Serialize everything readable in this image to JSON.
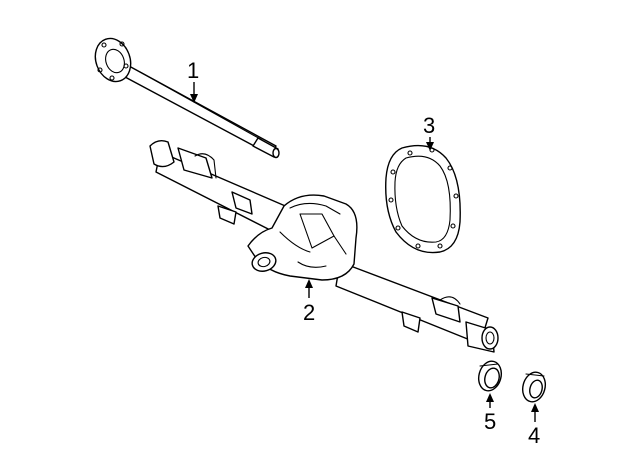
{
  "colors": {
    "line": "#000000",
    "background": "#ffffff"
  },
  "callouts": [
    {
      "id": "1",
      "label": "1",
      "part": "axle-shaft"
    },
    {
      "id": "2",
      "label": "2",
      "part": "axle-housing"
    },
    {
      "id": "3",
      "label": "3",
      "part": "cover-gasket"
    },
    {
      "id": "4",
      "label": "4",
      "part": "axle-seal"
    },
    {
      "id": "5",
      "label": "5",
      "part": "wheel-bearing"
    }
  ]
}
